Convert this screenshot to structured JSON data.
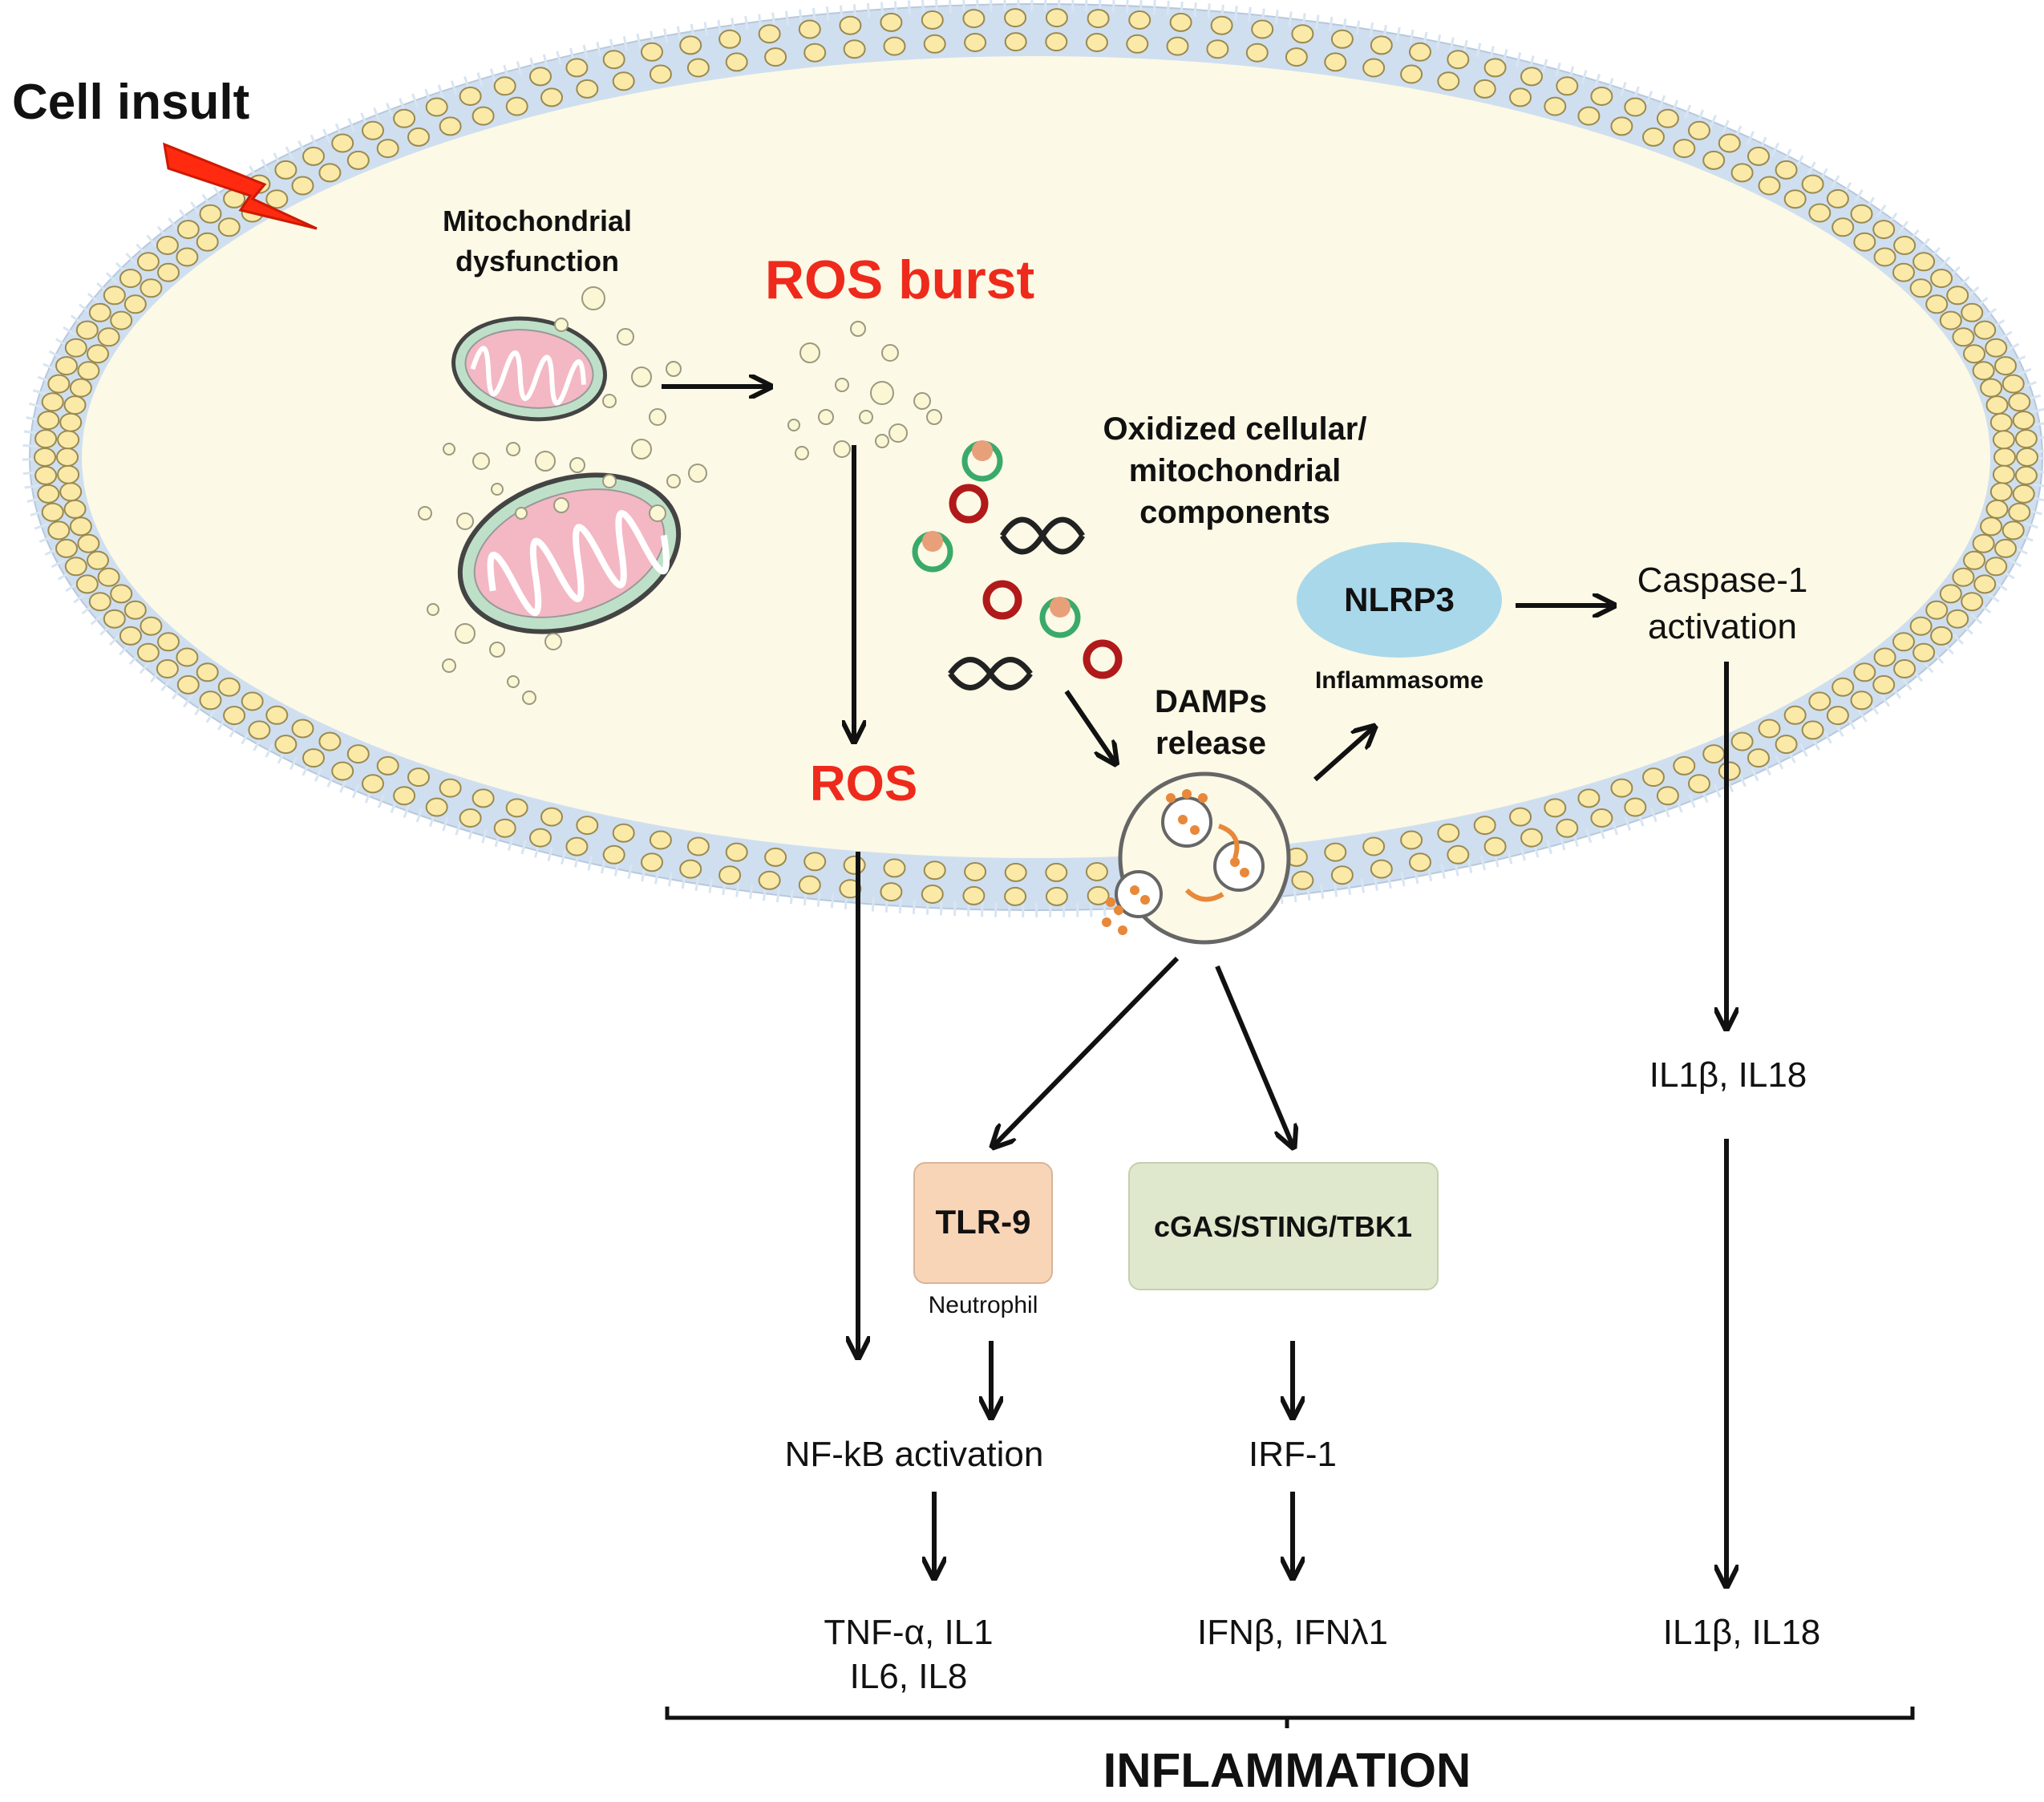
{
  "colors": {
    "cell_interior": "#fcf9e6",
    "membrane_fill": "#cfdff0",
    "lipid_head": "#fbe9a8",
    "lipid_outline": "#9a8a50",
    "ros_red": "#ee2a1c",
    "nlrp3_fill": "#a9d8ea",
    "tlr9_fill": "#f9d5b8",
    "cgas_fill": "#dfe8cc",
    "mito_pink": "#f3b8c4",
    "mito_green": "#bfe0c8",
    "damp_orange": "#e8883a",
    "insult_red": "#ff2a10"
  },
  "icons": [
    "lightning-bolt-icon",
    "mitochondrion-icon",
    "dna-fragment-icon",
    "protein-ring-icon",
    "vesicle-icon"
  ],
  "labels": {
    "cell_insult": "Cell insult",
    "mito_dysfunction_1": "Mitochondrial",
    "mito_dysfunction_2": "dysfunction",
    "ros_burst": "ROS burst",
    "oxidized_1": "Oxidized cellular/",
    "oxidized_2": "mitochondrial",
    "oxidized_3": "components",
    "nlrp3": "NLRP3",
    "inflammasome": "Inflammasome",
    "caspase_1": "Caspase-1",
    "caspase_2": "activation",
    "damps_1": "DAMPs",
    "damps_2": "release",
    "ros": "ROS",
    "tlr9": "TLR-9",
    "neutrophil": "Neutrophil",
    "cgas": "cGAS/STING/TBK1",
    "il1b_il18_upper": "IL1β, IL18",
    "nfkb": "NF-kB activation",
    "irf1": "IRF-1",
    "tnf_1": "TNF-α, IL1",
    "tnf_2": "IL6, IL8",
    "ifn": "IFNβ, IFNλ1",
    "il1b_il18_lower": "IL1β, IL18",
    "inflammation": "INFLAMMATION"
  }
}
